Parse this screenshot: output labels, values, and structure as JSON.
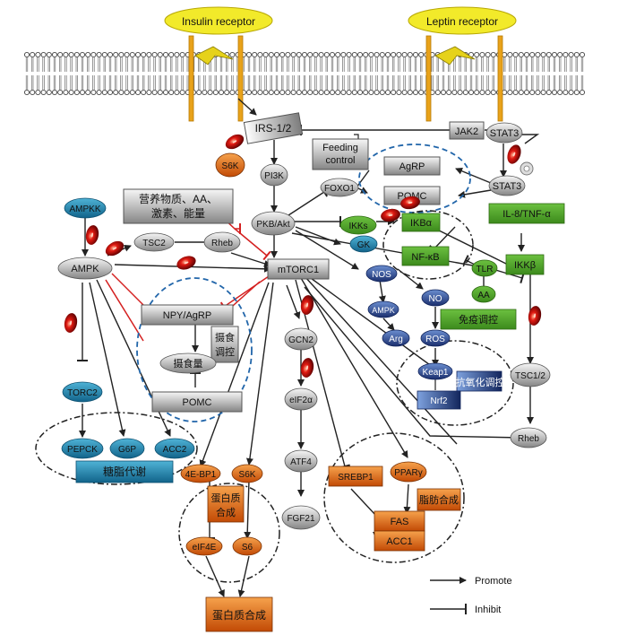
{
  "receptors": {
    "insulin": "Insulin receptor",
    "leptin": "Leptin receptor"
  },
  "nodes": {
    "irs12": "IRS-1/2",
    "s6k_top": "S6K",
    "pi3k": "PI3K",
    "feeding_control": [
      "Feeding",
      "control"
    ],
    "jak2": "JAK2",
    "stat3_top": "STAT3",
    "stat3_mid": "STAT3",
    "agrp": "AgRP",
    "foxo1": "FOXO1",
    "pomc_top": "POMC",
    "pkb_akt": "PKB/Akt",
    "ikks": "IKKs",
    "ikba": "IKBα",
    "gk": "GK",
    "il8_tnf": "IL-8/TNF-α",
    "nfkb": "NF-κB",
    "ikkb": "IKKβ",
    "ampkk": "AMPKK",
    "nutrients": [
      "营养物质、AA、",
      "激素、能量"
    ],
    "tsc2": "TSC2",
    "rheb_top": "Rheb",
    "ampk": "AMPK",
    "mtorc1": "mTORC1",
    "nos": "NOS",
    "tlr": "TLR",
    "aa_green": "AA",
    "no": "NO",
    "ampk_small": "AMPK",
    "immune": "免疫调控",
    "arg": "Arg",
    "ros": "ROS",
    "npy_agrp": "NPY/AgRP",
    "feeding_regulation": [
      "摄食",
      "调控"
    ],
    "food_intake": "摄食量",
    "pomc_bottom": "POMC",
    "gcn2": "GCN2",
    "eif2a": "eIF2α",
    "keap1": "Keap1",
    "nrf2": "Nrf2",
    "antioxidant": "抗氧化调控",
    "tsc12": "TSC1/2",
    "torc2": "TORC2",
    "pepck": "PEPCK",
    "g6p": "G6P",
    "acc2": "ACC2",
    "glucolipid": "糖脂代谢",
    "rheb_bottom": "Rheb",
    "ebp1": "4E-BP1",
    "s6k_bottom": "S6K",
    "atf4": "ATF4",
    "srebp1": "SREBP1",
    "ppar": "PPARγ",
    "protein_syn_label": [
      "蛋白质",
      "合成"
    ],
    "lipid_syn_label": "脂肪合成",
    "fas": "FAS",
    "acc1": "ACC1",
    "eif4e": "eIF4E",
    "s6": "S6",
    "fgf21": "FGF21",
    "protein_synthesis": "蛋白质合成"
  },
  "legend": {
    "promote": "Promote",
    "inhibit": "Inhibit"
  },
  "colors": {
    "teal": "#1b7fa3",
    "green": "#4a9a24",
    "orange_box": "#f0930a",
    "orange_ellipse": "#e0620f",
    "navy": "#1f3b82",
    "inhibit_red": "#d42020",
    "receptor_yellow": "#f2ea2a"
  }
}
